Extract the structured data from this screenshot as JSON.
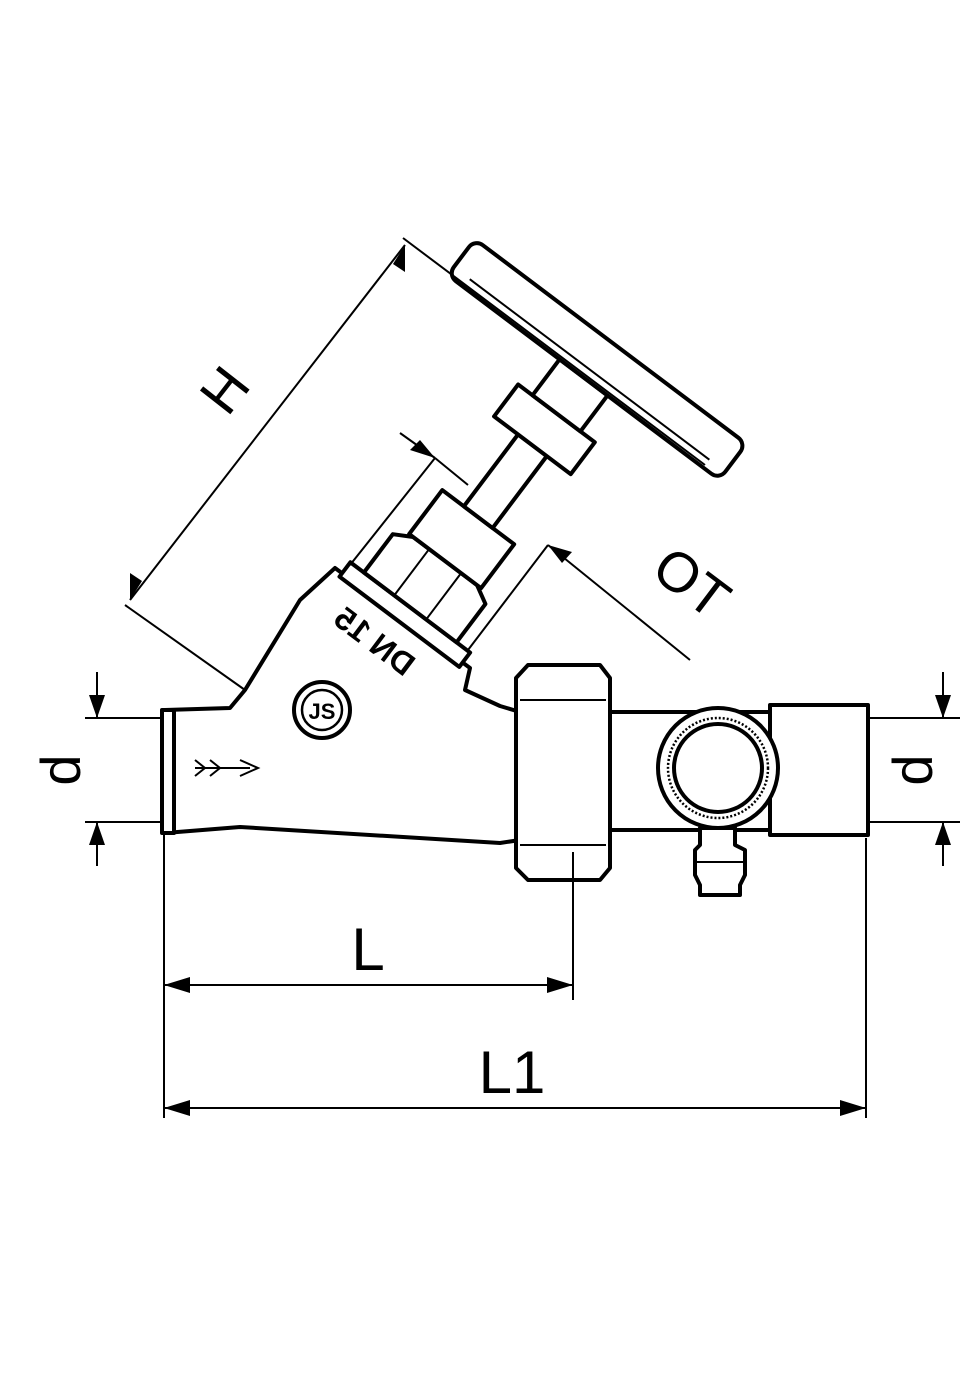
{
  "drawing": {
    "dimensions": {
      "height_label": "H",
      "across_label": "OT",
      "diameter_left_label": "d",
      "diameter_right_label": "d",
      "length_label": "L",
      "length_total_label": "L1"
    },
    "body_marking": "DN 15",
    "logo_text": "JS"
  }
}
